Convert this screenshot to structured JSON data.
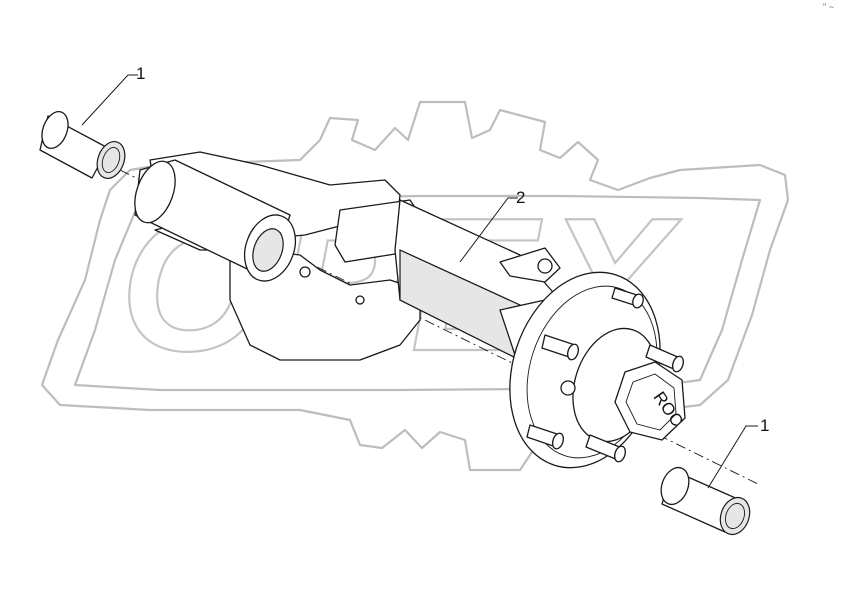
{
  "watermark": {
    "brand": "OPEX",
    "color": "#c4c4c4"
  },
  "corner_mark": "\" ~",
  "callouts": [
    {
      "id": "1",
      "label": "1"
    },
    {
      "id": "2",
      "label": "2"
    },
    {
      "id": "1b",
      "label": "1"
    }
  ],
  "hub_marking": "ROC",
  "colors": {
    "line": "#1a1a1a",
    "shade": "#e6e6e6",
    "background": "#ffffff"
  }
}
